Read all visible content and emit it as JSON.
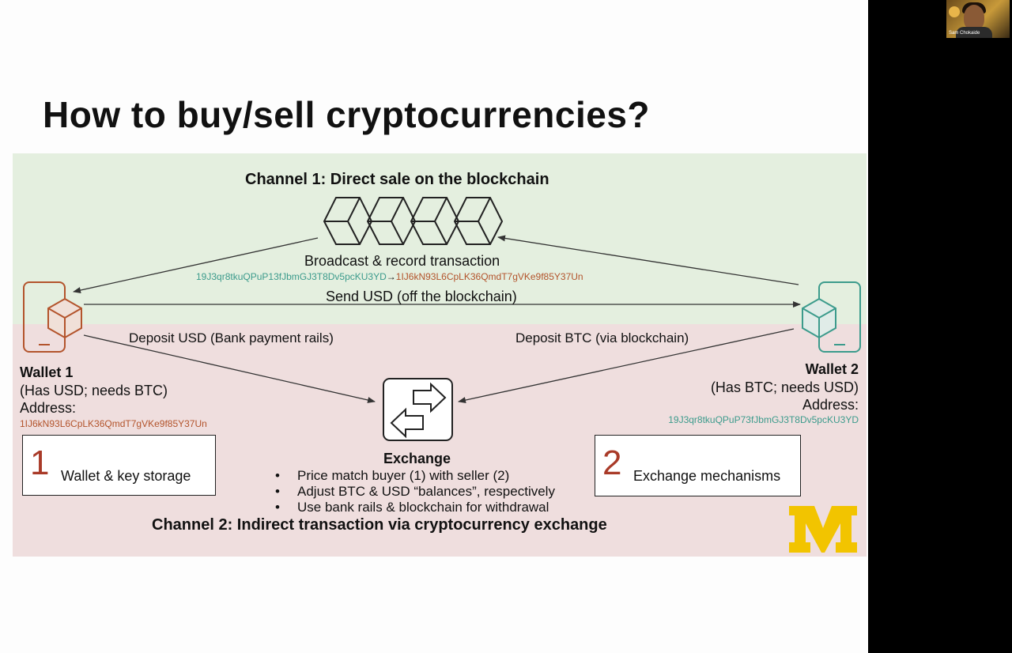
{
  "slide": {
    "title": "How to buy/sell cryptocurrencies?",
    "channel1": "Channel 1: Direct sale on the blockchain",
    "broadcast": "Broadcast & record transaction",
    "tx_from": "19J3qr8tkuQPuP13fJbmGJ3T8Dv5pcKU3YD",
    "tx_arrow": "→",
    "tx_to": "1IJ6kN93L6CpLK36QmdT7gVKe9f85Y37Un",
    "send_usd": "Send USD (off the blockchain)",
    "deposit_usd": "Deposit USD (Bank payment rails)",
    "deposit_btc": "Deposit BTC (via blockchain)",
    "wallet1": {
      "name": "Wallet 1",
      "desc": "(Has USD; needs BTC)",
      "address_label": "Address:",
      "address": "1IJ6kN93L6CpLK36QmdT7gVKe9f85Y37Un"
    },
    "wallet2": {
      "name": "Wallet 2",
      "desc": "(Has BTC; needs USD)",
      "address_label": "Address:",
      "address": "19J3qr8tkuQPuP73fJbmGJ3T8Dv5pcKU3YD"
    },
    "exchange": {
      "label": "Exchange",
      "bullets": [
        "Price match buyer (1) with seller (2)",
        "Adjust BTC & USD “balances”, respectively",
        "Use bank rails & blockchain for withdrawal"
      ]
    },
    "box1": {
      "num": "1",
      "label": "Wallet & key storage"
    },
    "box2": {
      "num": "2",
      "label": "Exchange mechanisms"
    },
    "channel2": "Channel 2: Indirect transaction via cryptocurrency exchange",
    "logo": "M"
  },
  "colors": {
    "green_band": "#e4efdf",
    "red_band": "#efdede",
    "wallet1_accent": "#b3542c",
    "wallet2_accent": "#3c9b8c",
    "number_red": "#a93a28",
    "logo_maize": "#f2c400"
  },
  "video_tile": {
    "name": "Sam Chokaide"
  },
  "icons": [
    "blockchain-icon",
    "phone-wallet-icon",
    "exchange-arrows-icon",
    "university-logo"
  ]
}
